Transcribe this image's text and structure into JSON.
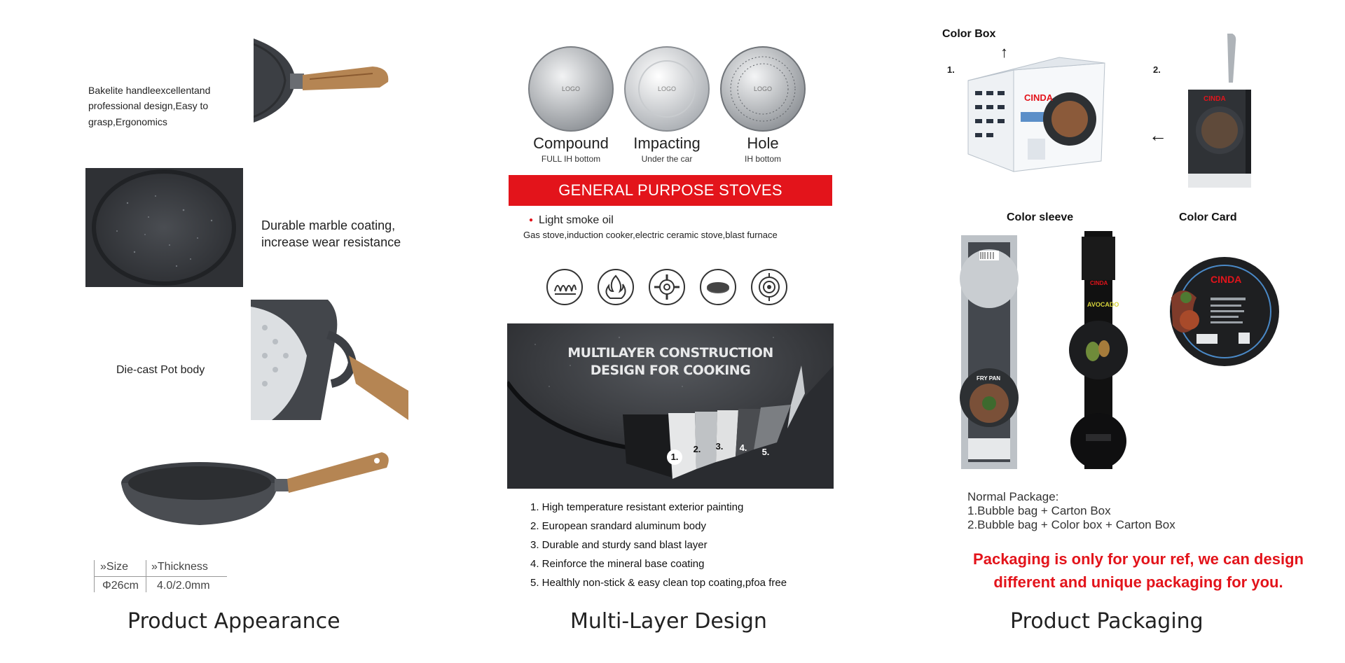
{
  "appearance": {
    "title": "Product Appearance",
    "handle_text": "Bakelite handleexcellentand professional design,Easy to grasp,Ergonomics",
    "coating_text": "Durable marble coating, increase wear resistance",
    "body_text": "Die-cast Pot body",
    "spec": {
      "size_label": "Size",
      "thickness_label": "Thickness",
      "size_value": "Φ26cm",
      "thickness_value": "4.0/2.0mm"
    }
  },
  "multilayer": {
    "title": "Multi-Layer Design",
    "bottoms": [
      {
        "name": "Compound",
        "sub": "FULL IH bottom",
        "logo": "LOGO"
      },
      {
        "name": "Impacting",
        "sub": "Under the car",
        "logo": "LOGO"
      },
      {
        "name": "Hole",
        "sub": "IH bottom",
        "logo": "LOGO"
      }
    ],
    "banner": "GENERAL PURPOSE STOVES",
    "bullet": "Light smoke oil",
    "stove_list": "Gas stove,induction cooker,electric ceramic stove,blast furnace",
    "construction_line1": "MULTILAYER CONSTRUCTION",
    "construction_line2": "DESIGN FOR COOKING",
    "layer_numbers": [
      "1.",
      "2.",
      "3.",
      "4.",
      "5."
    ],
    "layers": [
      "1. High temperature resistant exterior painting",
      "2. European srandard aluminum body",
      "3. Durable and sturdy sand blast layer",
      "4. Reinforce the mineral base coating",
      "5. Healthly non-stick & easy clean top coating,pfoa free"
    ]
  },
  "packaging": {
    "title": "Product Packaging",
    "color_box": "Color Box",
    "num1": "1.",
    "num2": "2.",
    "color_sleeve": "Color sleeve",
    "color_card": "Color Card",
    "brand": "CINDA",
    "sleeve1_product": "FRY PAN",
    "sleeve2_product": "AVOCADO",
    "normal_title": "Normal Package:",
    "normal_1": "1.Bubble bag + Carton Box",
    "normal_2": "2.Bubble bag + Color box + Carton Box",
    "notice": "Packaging is only for your ref, we can design different and unique packaging for you."
  },
  "colors": {
    "red": "#e3141b",
    "pan_gray": "#3c3f44",
    "wood": "#b58553"
  }
}
